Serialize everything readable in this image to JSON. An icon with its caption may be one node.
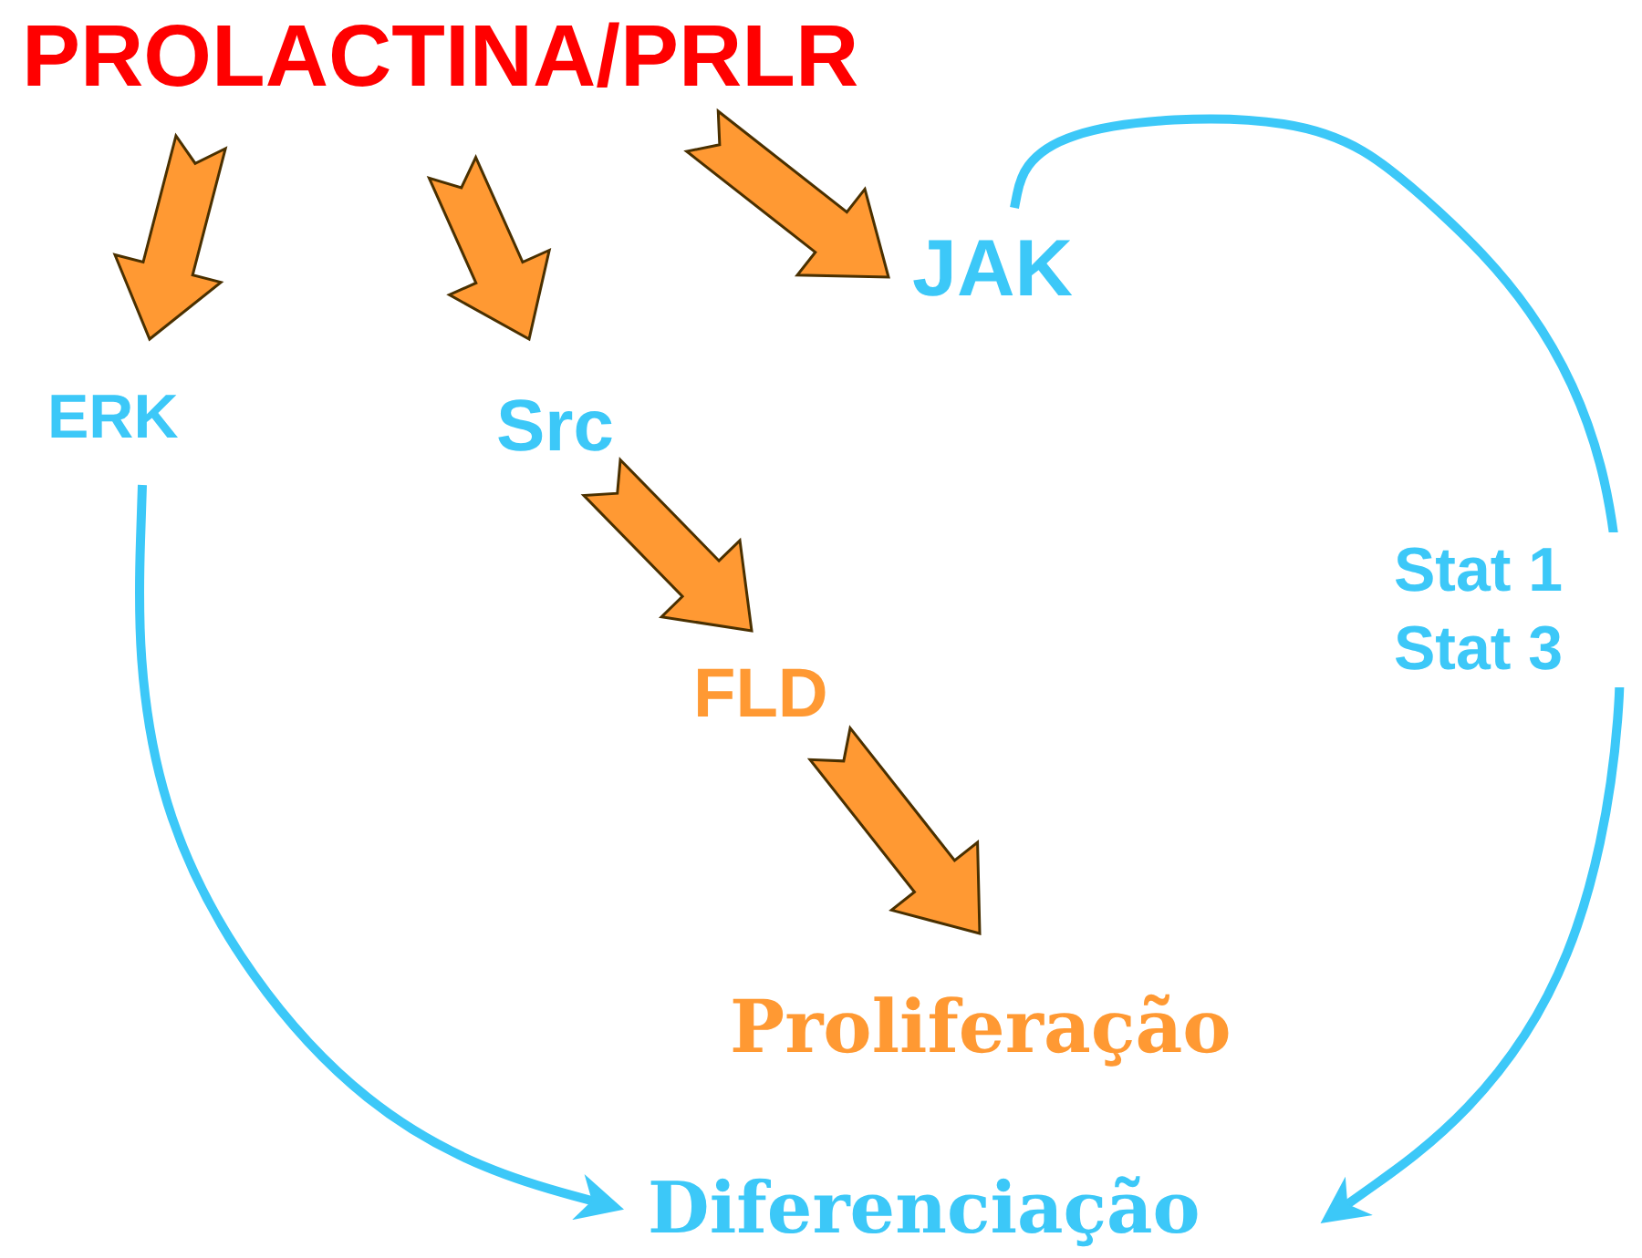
{
  "diagram": {
    "nodes": [
      {
        "text": [
          "PROLACTINA/PRLR"
        ]
      },
      {
        "text": [
          "ERK"
        ]
      },
      {
        "text": [
          "Src"
        ]
      },
      {
        "text": [
          "JAK"
        ]
      },
      {
        "text": [
          "FLD"
        ]
      },
      {
        "text": [
          "Proliferação"
        ]
      },
      {
        "text": [
          "Diferenciação"
        ]
      }
    ],
    "edges": [
      {
        "from": 0,
        "to": 1,
        "arrow": "to",
        "style": "thick"
      },
      {
        "from": 0,
        "to": 2,
        "arrow": "to",
        "style": "thick"
      },
      {
        "from": 0,
        "to": 3,
        "arrow": "to",
        "style": "thick"
      },
      {
        "from": 2,
        "to": 4,
        "arrow": "to",
        "style": "thick"
      },
      {
        "from": 4,
        "to": 5,
        "arrow": "to",
        "style": "thick"
      },
      {
        "from": 1,
        "to": 6,
        "arrow": "to",
        "color": "#3cc8f8"
      },
      {
        "from": 3,
        "to": 6,
        "arrow": "to",
        "label": "Stat 1 Stat 3",
        "color": "#3cc8f8"
      }
    ]
  }
}
